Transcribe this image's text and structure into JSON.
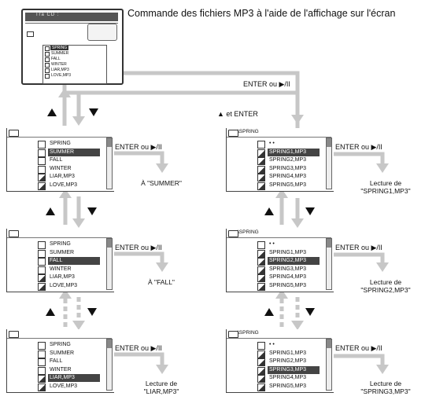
{
  "title": "Commande des fichiers MP3 à l'aide de l'affichage sur l'écran",
  "top_screen": {
    "header_text": "Tra  CD  :",
    "items": [
      "SPRING",
      "SUMMER",
      "FALL",
      "WINTER",
      "LIAR,MP3",
      "LOVE,MP3"
    ],
    "selected_index": 0
  },
  "labels": {
    "enter_or_play": "ENTER ou ▶/II",
    "up_and_enter": "▲ et ENTER",
    "to_summer": "À \"SUMMER\"",
    "to_fall": "À \"FALL\"",
    "play_liar_l1": "Lecture de",
    "play_liar_l2": "\"LIAR,MP3\"",
    "play_spring1_l1": "Lecture de",
    "play_spring1_l2": "\"SPRING1,MP3\"",
    "play_spring2_l1": "Lecture de",
    "play_spring2_l2": "\"SPRING2,MP3\"",
    "play_spring3_l1": "Lecture de",
    "play_spring3_l2": "\"SPRING3,MP3\""
  },
  "left_panels": [
    {
      "path": "",
      "items": [
        "SPRING",
        "SUMMER",
        "FALL",
        "WINTER",
        "LIAR,MP3",
        "LOVE,MP3"
      ],
      "selected_index": 1
    },
    {
      "path": "",
      "items": [
        "SPRING",
        "SUMMER",
        "FALL",
        "WINTER",
        "LIAR,MP3",
        "LOVE,MP3"
      ],
      "selected_index": 2
    },
    {
      "path": "",
      "items": [
        "SPRING",
        "SUMMER",
        "FALL",
        "WINTER",
        "LIAR,MP3",
        "LOVE,MP3"
      ],
      "selected_index": 4
    }
  ],
  "right_panels": [
    {
      "path": "\\SPRING",
      "items": [
        "• •",
        "SPRING1,MP3",
        "SPRING2,MP3",
        "SPRING3,MP3",
        "SPRING4,MP3",
        "SPRING5,MP3"
      ],
      "selected_index": 1
    },
    {
      "path": "\\SPRING",
      "items": [
        "• •",
        "SPRING1,MP3",
        "SPRING2,MP3",
        "SPRING3,MP3",
        "SPRING4,MP3",
        "SPRING5,MP3"
      ],
      "selected_index": 2
    },
    {
      "path": "\\SPRING",
      "items": [
        "• •",
        "SPRING1,MP3",
        "SPRING2,MP3",
        "SPRING3,MP3",
        "SPRING4,MP3",
        "SPRING5,MP3"
      ],
      "selected_index": 3
    }
  ]
}
